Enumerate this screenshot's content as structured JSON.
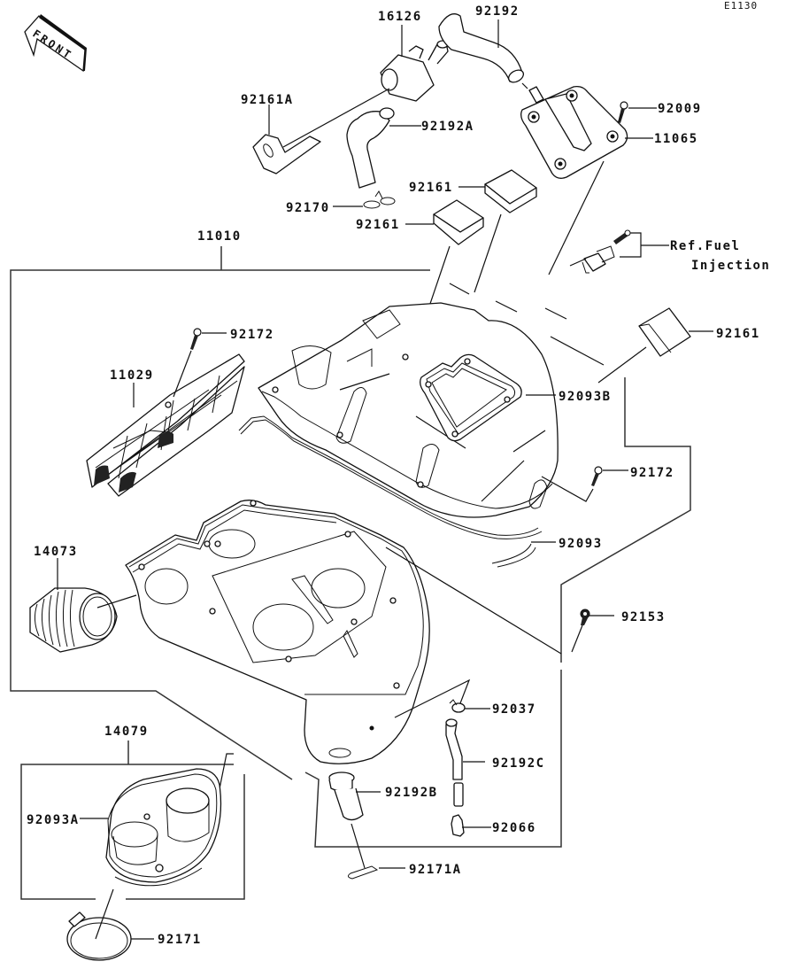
{
  "diagram": {
    "title": "Air Cleaner",
    "figure_code": "E1130",
    "front_indicator": "FRONT",
    "reference_note": {
      "line1": "Ref.Fuel",
      "line2": "Injection"
    },
    "parts": [
      {
        "id": "16126",
        "label": "16126",
        "description": "valve assembly"
      },
      {
        "id": "92192",
        "label": "92192",
        "description": "hose"
      },
      {
        "id": "92161A",
        "label": "92161A",
        "description": "damper"
      },
      {
        "id": "92192A",
        "label": "92192A",
        "description": "hose"
      },
      {
        "id": "92009",
        "label": "92009",
        "description": "screw"
      },
      {
        "id": "11065",
        "label": "11065",
        "description": "cover plate"
      },
      {
        "id": "92170",
        "label": "92170",
        "description": "clamp"
      },
      {
        "id": "92161-top-right",
        "label": "92161",
        "description": "damper"
      },
      {
        "id": "92161-top-left",
        "label": "92161",
        "description": "damper"
      },
      {
        "id": "11010",
        "label": "11010",
        "description": "air cleaner housing assembly"
      },
      {
        "id": "92161-right",
        "label": "92161",
        "description": "damper"
      },
      {
        "id": "92172-left",
        "label": "92172",
        "description": "screw"
      },
      {
        "id": "11029",
        "label": "11029",
        "description": "element"
      },
      {
        "id": "92093B",
        "label": "92093B",
        "description": "seal"
      },
      {
        "id": "92172-right",
        "label": "92172",
        "description": "screw"
      },
      {
        "id": "92093",
        "label": "92093",
        "description": "seal"
      },
      {
        "id": "14073",
        "label": "14073",
        "description": "duct"
      },
      {
        "id": "92153",
        "label": "92153",
        "description": "bolt"
      },
      {
        "id": "14079",
        "label": "14079",
        "description": "intake duct assembly"
      },
      {
        "id": "92037",
        "label": "92037",
        "description": "clamp"
      },
      {
        "id": "92192C",
        "label": "92192C",
        "description": "hose"
      },
      {
        "id": "92093A",
        "label": "92093A",
        "description": "seal"
      },
      {
        "id": "92192B",
        "label": "92192B",
        "description": "drain plug"
      },
      {
        "id": "92066",
        "label": "92066",
        "description": "plug"
      },
      {
        "id": "92171A",
        "label": "92171A",
        "description": "clamp"
      },
      {
        "id": "92171",
        "label": "92171",
        "description": "clamp band"
      }
    ]
  }
}
